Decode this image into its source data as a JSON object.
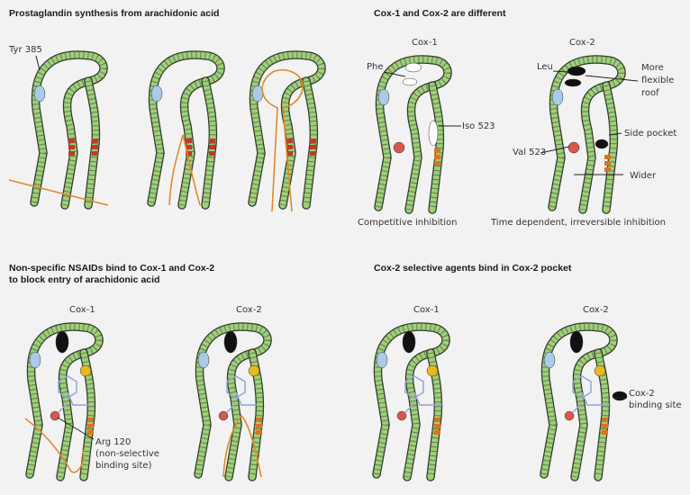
{
  "panels": {
    "synthesis": {
      "title": "Prostaglandin synthesis from arachidonic acid",
      "tyr_label": "Tyr 385"
    },
    "different": {
      "title": "Cox-1 and Cox-2 are different",
      "cox1": "Cox-1",
      "cox2": "Cox-2",
      "phe": "Phe",
      "iso": "Iso 523",
      "leu": "Leu",
      "val": "Val 523",
      "roof": [
        "More",
        "flexible",
        "roof"
      ],
      "side_pocket": "Side pocket",
      "wider": "Wider",
      "caption1": "Competitive inhibition",
      "caption2": "Time dependent, irreversible inhibition"
    },
    "nsaids": {
      "title_lines": [
        "Non-specific NSAIDs bind to Cox-1 and Cox-2",
        "to block entry of arachidonic acid"
      ],
      "cox1": "Cox-1",
      "cox2": "Cox-2",
      "arg_lines": [
        "Arg 120",
        "(non-selective",
        "binding site)"
      ]
    },
    "selective": {
      "title": "Cox-2 selective agents bind in Cox-2 pocket",
      "cox1": "Cox-1",
      "cox2": "Cox-2",
      "site_lines": [
        "Cox-2",
        "binding site"
      ]
    }
  },
  "colors": {
    "membrane": "#9fcf7a",
    "membrane_edge": "#2f3a2a",
    "lipid": "#e08a28",
    "tyr": "#a9cbe8",
    "red_res": "#c0392b",
    "orange_res": "#d9761c",
    "arg": "#d9574a",
    "yellow": "#e8b820",
    "drug": "#8fa6d8",
    "black": "#111111"
  }
}
